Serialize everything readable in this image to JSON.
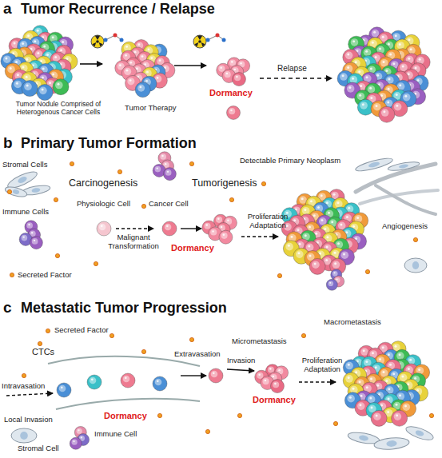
{
  "diagram": {
    "labels": [
      "a",
      "Tumor Recurrence / Relapse",
      "Tumor Nodule Comprised of Heterogenous Cancer Cells",
      "Tumor Therapy",
      "Dormancy",
      "Relapse",
      "b",
      "Primary Tumor Formation",
      "Stromal Cells",
      "Carcinogenesis",
      "Tumorigenesis",
      "Detectable Primary Neoplasm",
      "Immune Cells",
      "Physiologic Cell",
      "Cancer Cell",
      "Malignant Transformation",
      "Proliferation Adaptation",
      "Dormancy",
      "Angiogenesis",
      "Secreted Factor",
      "c",
      "Metastatic Tumor Progression",
      "Secreted Factor",
      "Macrometastasis",
      "CTCs",
      "Extravasation",
      "Micrometastasis",
      "Invasion",
      "Proliferation Adaptation",
      "Intravasation",
      "Dormancy",
      "Local Invasion",
      "Dormancy",
      "Immune Cell",
      "Stromal Cell"
    ]
  }
}
